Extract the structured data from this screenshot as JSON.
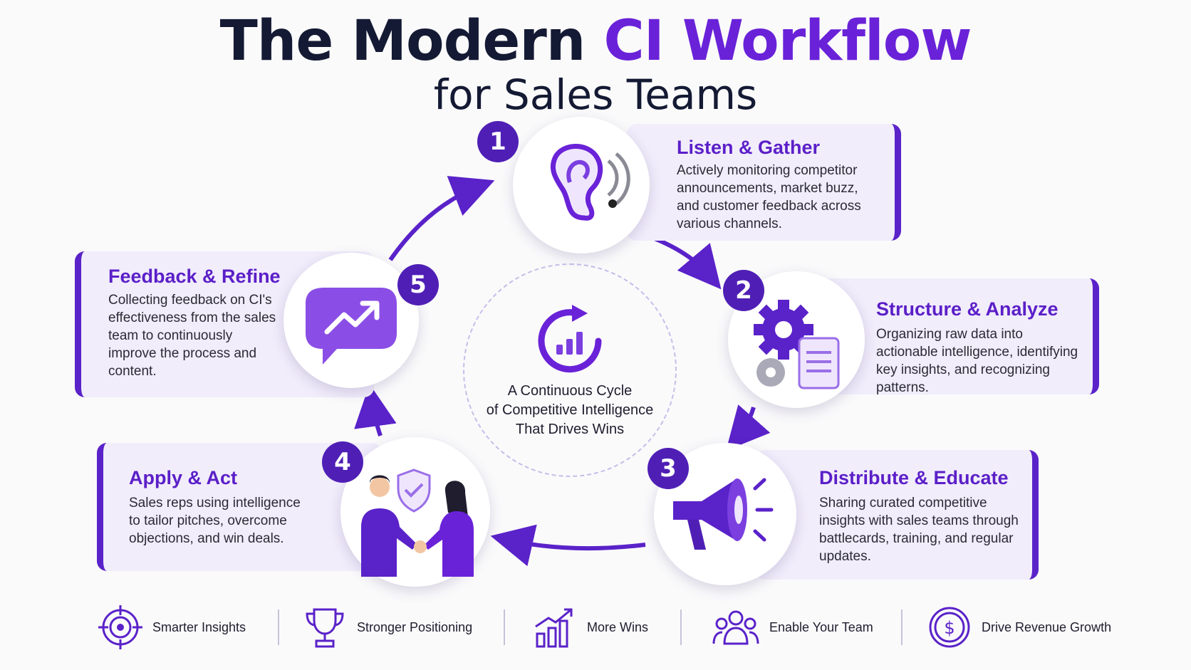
{
  "title": {
    "prefix": "The Modern ",
    "accent": "CI Workflow",
    "subtitle": "for Sales Teams"
  },
  "steps": [
    {
      "number": "1",
      "title": "Listen & Gather",
      "text": "Actively monitoring competitor announcements, market buzz, and customer feedback across various channels.",
      "icon": "ear-icon"
    },
    {
      "number": "2",
      "title": "Structure & Analyze",
      "text": "Organizing raw data into actionable intelligence, identifying key insights, and recognizing patterns.",
      "icon": "gears-document-icon"
    },
    {
      "number": "3",
      "title": "Distribute & Educate",
      "text": "Sharing curated competitive insights with sales teams through battlecards, training, and regular updates.",
      "icon": "megaphone-icon"
    },
    {
      "number": "4",
      "title": "Apply & Act",
      "text": "Sales reps using intelligence to tailor pitches, overcome objections, and win deals.",
      "icon": "handshake-icon"
    },
    {
      "number": "5",
      "title": "Feedback & Refine",
      "text": "Collecting feedback on CI's effectiveness from the sales team to continuously improve the process and content.",
      "icon": "chat-trend-icon"
    }
  ],
  "center": {
    "line1": "A Continuous Cycle",
    "line2": "of Competitive Intelligence",
    "line3": "That Drives Wins",
    "icon": "cycle-chart-icon"
  },
  "benefits": [
    {
      "label": "Smarter Insights",
      "icon": "target-icon"
    },
    {
      "label": "Stronger Positioning",
      "icon": "trophy-icon"
    },
    {
      "label": "More Wins",
      "icon": "growth-chart-icon"
    },
    {
      "label": "Enable Your Team",
      "icon": "team-icon"
    },
    {
      "label": "Drive Revenue Growth",
      "icon": "dollar-icon"
    }
  ],
  "colors": {
    "accent": "#6a22d8",
    "dark_purple": "#4f1fb5",
    "card_bg": "#f1edfb",
    "title": "#141a33"
  }
}
